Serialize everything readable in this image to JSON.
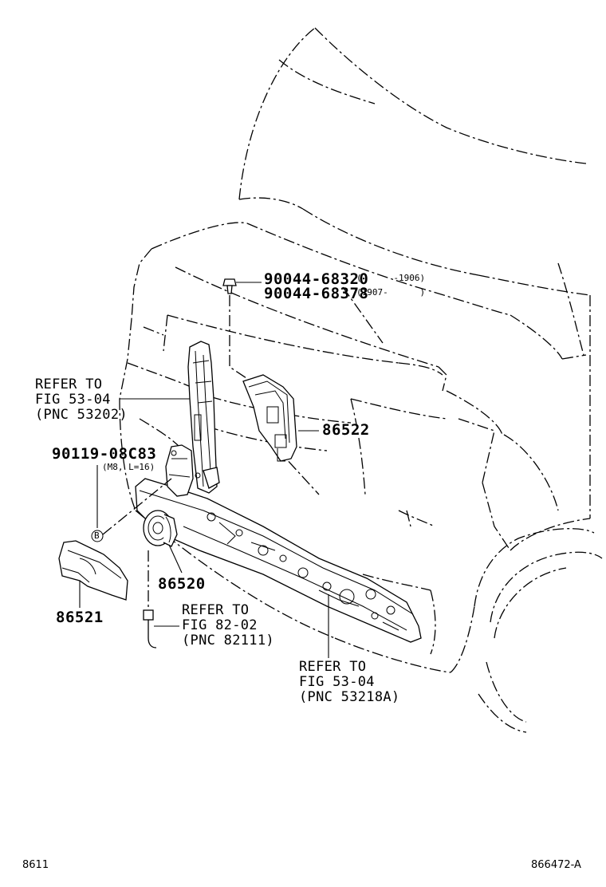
{
  "parts": {
    "clip": {
      "number_1": "90044-68320",
      "date_1": "(      -1906)",
      "number_2": "90044-68378",
      "date_2": "(1907-      )"
    },
    "bracket_right": {
      "number": "86522"
    },
    "horn": {
      "number": "86520"
    },
    "bracket_left": {
      "number": "86521"
    },
    "bolt": {
      "number": "90119-08C83",
      "spec": "(M8, L=16)",
      "mark": "B"
    }
  },
  "references": {
    "support_panel": {
      "line1": "REFER TO",
      "line2": "FIG 53-04",
      "line3": "(PNC 53202)"
    },
    "wire_harness": {
      "line1": "REFER TO",
      "line2": "FIG 82-02",
      "line3": "(PNC 82111)"
    },
    "bumper_reinforcement": {
      "line1": "REFER TO",
      "line2": "FIG 53-04",
      "line3": "(PNC 53218A)"
    }
  },
  "footer": {
    "left_code": "8611",
    "right_code": "866472-A"
  }
}
